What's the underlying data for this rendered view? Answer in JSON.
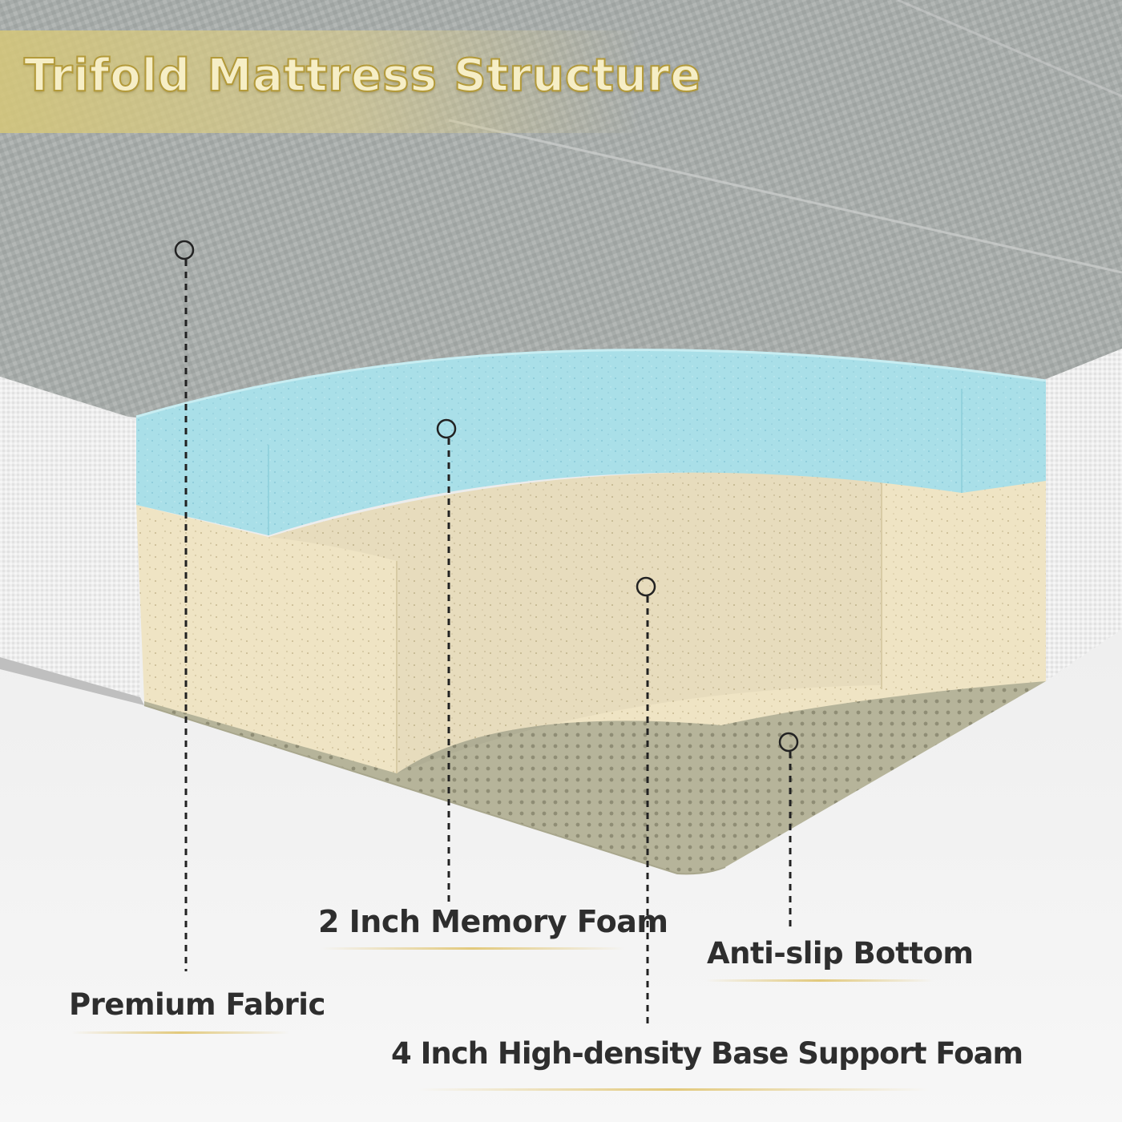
{
  "title": "Trifold Mattress Structure",
  "callouts": {
    "premium_fabric": "Premium Fabric",
    "memory_foam": "2 Inch Memory Foam",
    "base_foam": "4 Inch High-density Base Support Foam",
    "anti_slip": "Anti-slip Bottom"
  },
  "colors": {
    "title_fill": "#f6eec6",
    "title_outline": "#b39a3a",
    "memory_foam": "#a9dfe8",
    "base_foam": "#efe3c2",
    "anti_slip_base": "#b3b298",
    "fabric_top": "#a9adab",
    "fabric_side": "#ededed"
  }
}
